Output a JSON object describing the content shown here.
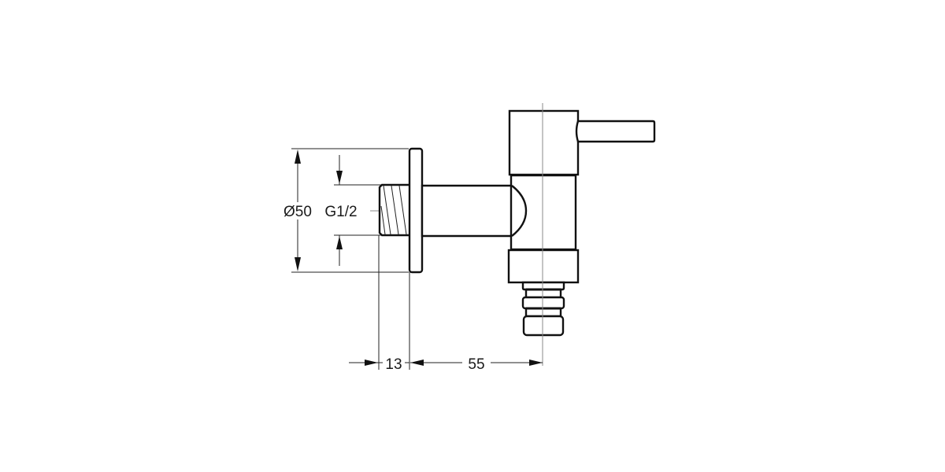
{
  "drawing": {
    "type": "technical-drawing",
    "subject": "wall-mounted tap with hose connector, side view",
    "dimensions": {
      "flange_diameter": "Ø50",
      "thread": "G1/2",
      "thread_length": "13",
      "projection": "55"
    },
    "colors": {
      "line": "#111111",
      "centerline": "#888888",
      "background": "#ffffff"
    }
  }
}
